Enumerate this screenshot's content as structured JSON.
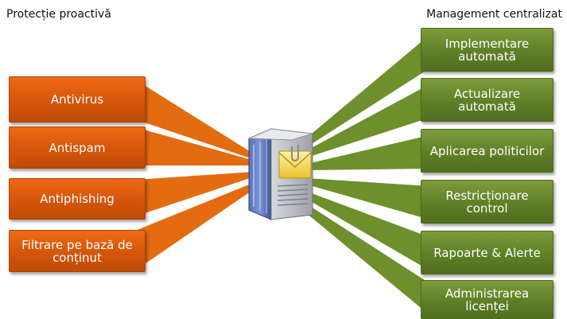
{
  "left_heading": "Protecție proactivă",
  "right_heading": "Management centralizat",
  "left_items": [
    "Antivirus",
    "Antispam",
    "Antiphishing",
    "Filtrare pe bază de conținut"
  ],
  "right_items": [
    "Implementare automată",
    "Actualizare automată",
    "Aplicarea politicilor",
    "Restricționare control",
    "Rapoarte & Alerte",
    "Administrarea licenței"
  ],
  "colors": {
    "left_box": "#d4560b",
    "right_box": "#5f7f27",
    "left_ray": "#e46b10",
    "right_ray": "#6f8f2c"
  },
  "icons": {
    "center": "server-with-mail-icon"
  }
}
